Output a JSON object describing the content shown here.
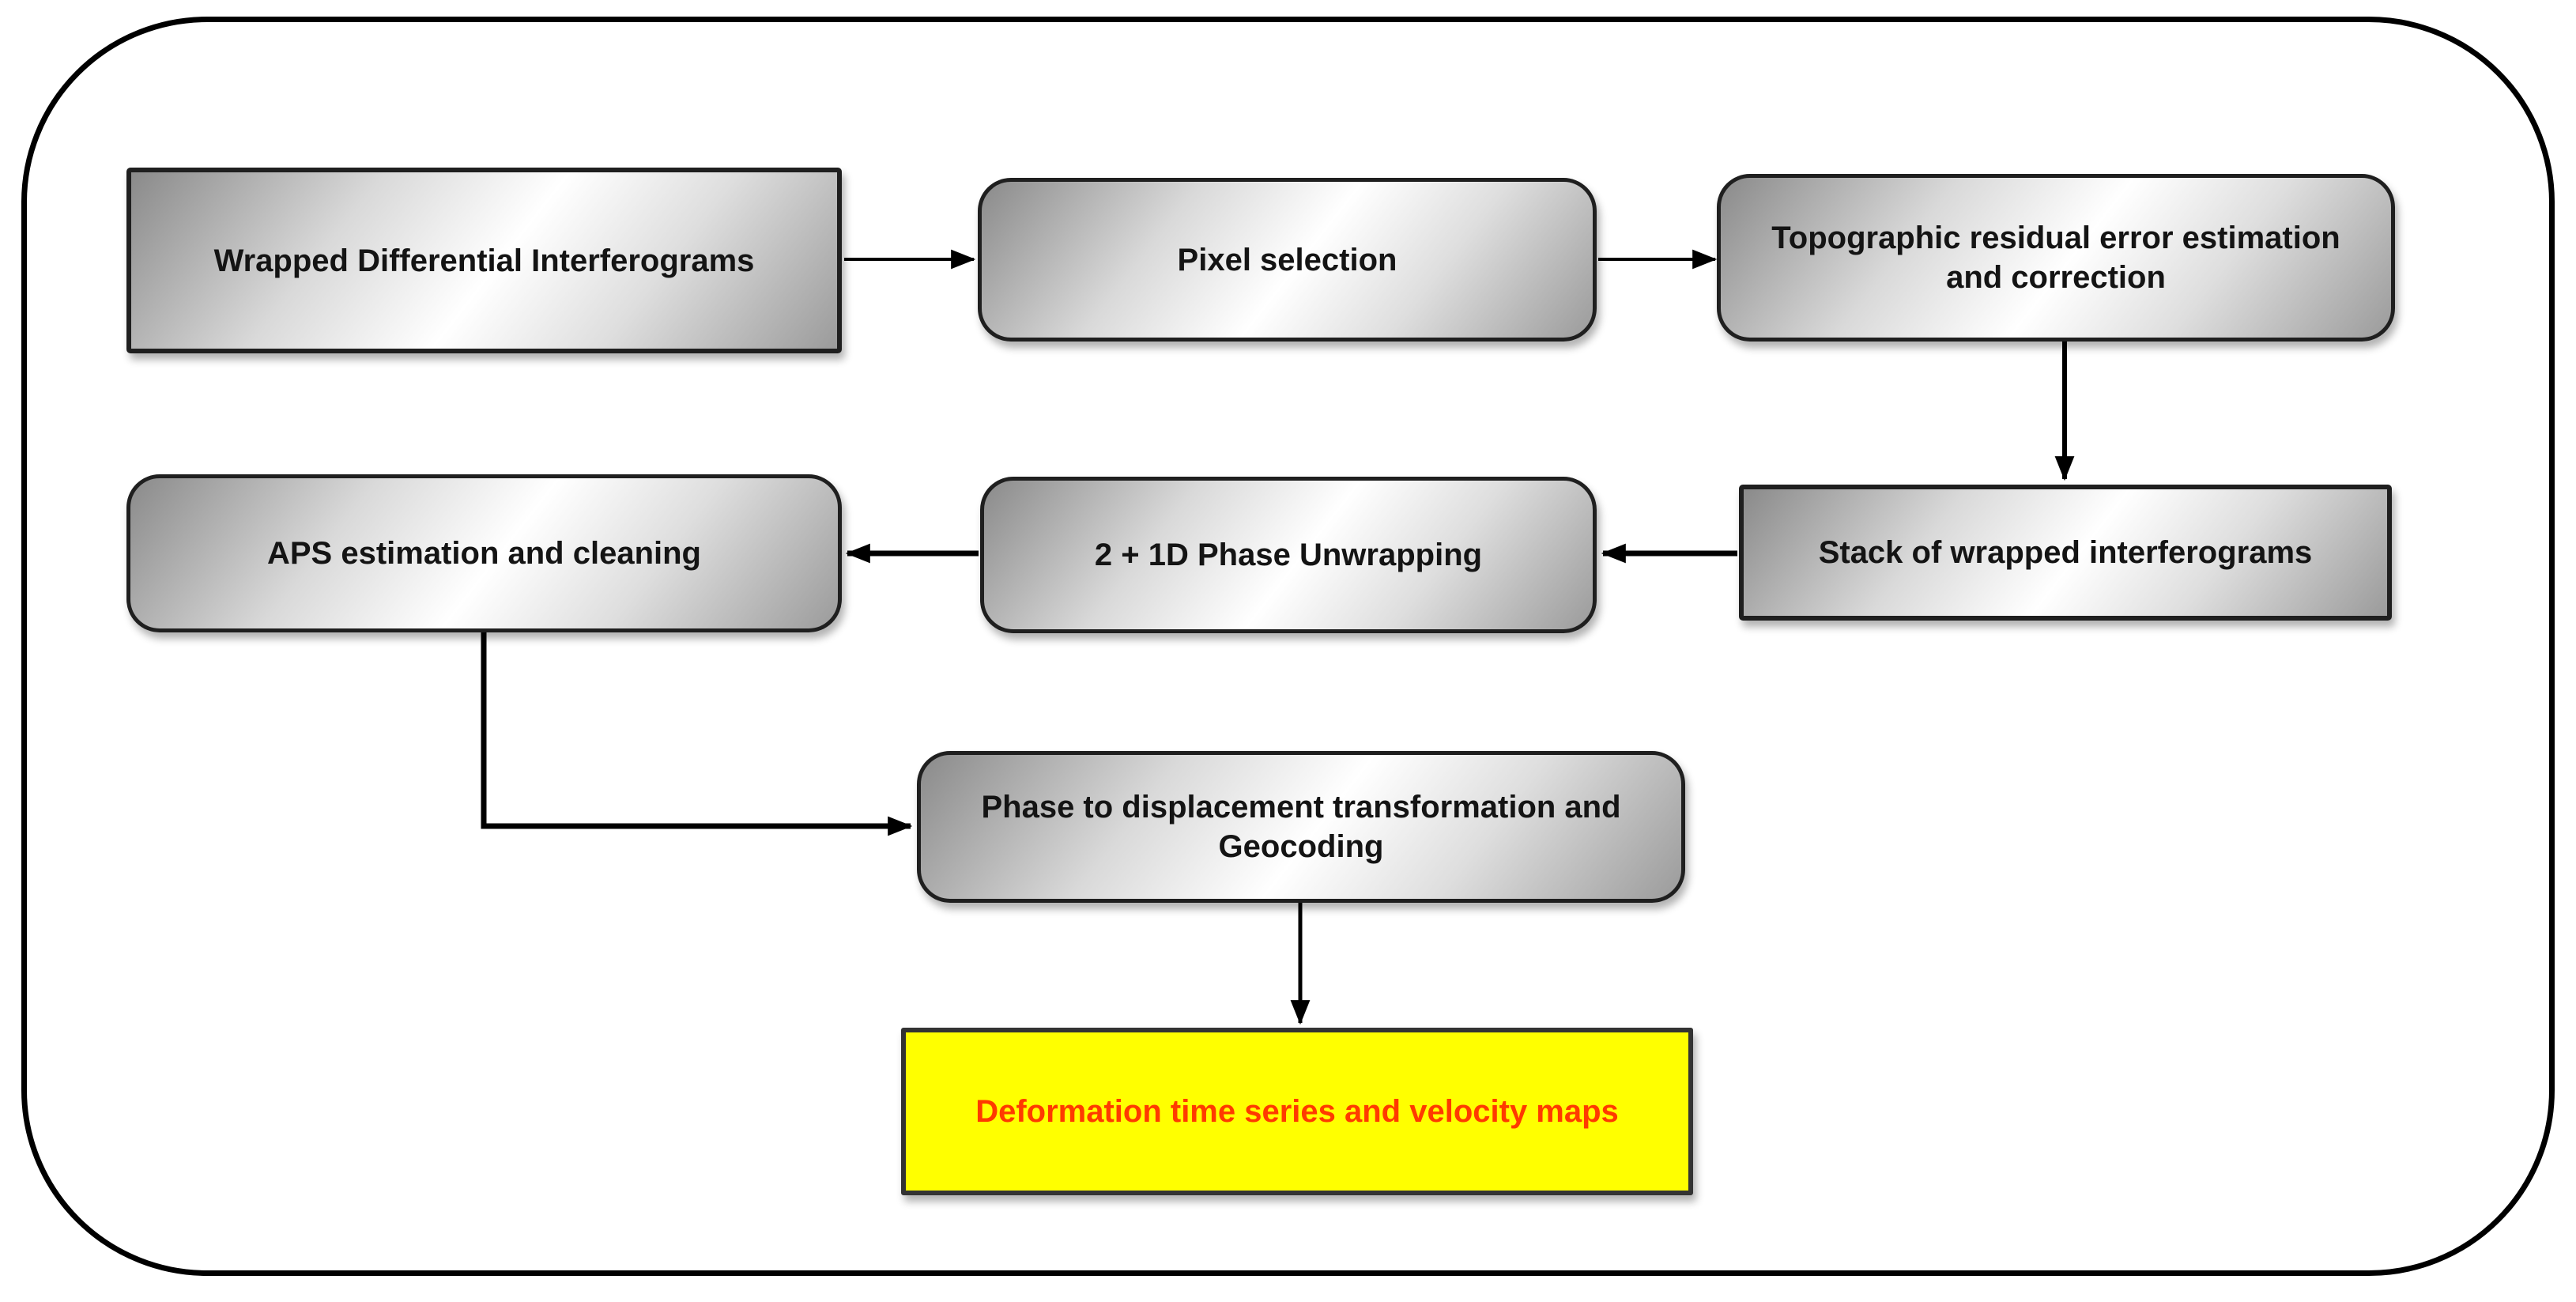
{
  "figure": {
    "type": "flowchart",
    "background": "#ffffff",
    "frame_border_color": "#000000",
    "colors": {
      "node_fill_dark": "#8a8a8a",
      "node_fill_light": "#ffffff",
      "node_border": "#1f1f1f",
      "node_text": "#141414",
      "result_fill": "#ffff00",
      "result_border": "#333333",
      "result_text": "#ff3a00",
      "arrow": "#000000"
    },
    "nodes": [
      {
        "id": "wrapped-differential-interferograms",
        "shape": "rectangle",
        "lines": [
          "Wrapped Differential Interferograms"
        ]
      },
      {
        "id": "pixel-selection",
        "shape": "rounded",
        "lines": [
          "Pixel selection"
        ]
      },
      {
        "id": "topographic-residual-error",
        "shape": "rounded",
        "lines": [
          "Topographic residual error estimation",
          "and correction"
        ]
      },
      {
        "id": "stack-of-wrapped-interferograms",
        "shape": "rectangle",
        "lines": [
          "Stack of wrapped interferograms"
        ]
      },
      {
        "id": "phase-unwrapping",
        "shape": "rounded",
        "lines": [
          "2 + 1D Phase Unwrapping"
        ]
      },
      {
        "id": "aps-estimation",
        "shape": "rounded",
        "lines": [
          "APS estimation and cleaning"
        ]
      },
      {
        "id": "phase-to-displacement",
        "shape": "rounded",
        "lines": [
          "Phase to displacement transformation and",
          "Geocoding"
        ]
      },
      {
        "id": "deformation-result",
        "shape": "rectangle-highlight",
        "lines": [
          "Deformation time series and velocity maps"
        ]
      }
    ],
    "edges": [
      {
        "from": "wrapped-differential-interferograms",
        "to": "pixel-selection"
      },
      {
        "from": "pixel-selection",
        "to": "topographic-residual-error"
      },
      {
        "from": "topographic-residual-error",
        "to": "stack-of-wrapped-interferograms"
      },
      {
        "from": "stack-of-wrapped-interferograms",
        "to": "phase-unwrapping"
      },
      {
        "from": "phase-unwrapping",
        "to": "aps-estimation"
      },
      {
        "from": "aps-estimation",
        "to": "phase-to-displacement"
      },
      {
        "from": "phase-to-displacement",
        "to": "deformation-result"
      }
    ]
  }
}
